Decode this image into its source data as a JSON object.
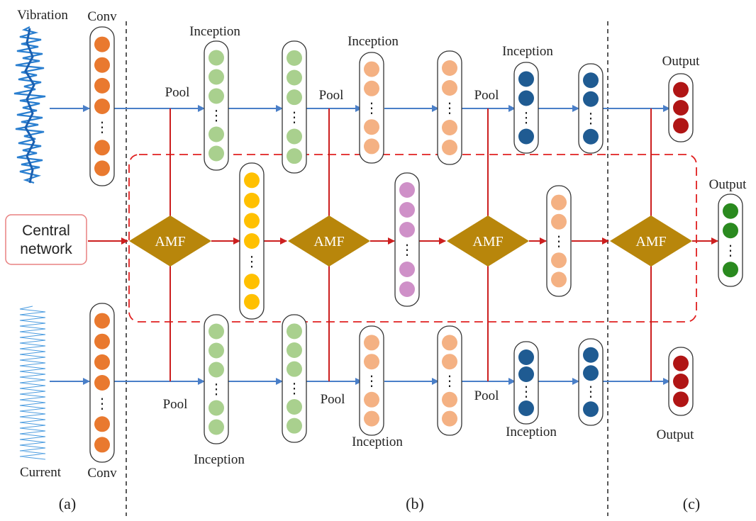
{
  "labels": {
    "vibration": "Vibration",
    "current": "Current",
    "conv": "Conv",
    "pool": "Pool",
    "inception": "Inception",
    "output": "Output",
    "amf": "AMF",
    "central_line1": "Central",
    "central_line2": "network",
    "dots": "⋮",
    "panel_a": "(a)",
    "panel_b": "(b)",
    "panel_c": "(c)"
  },
  "colors": {
    "orange": "#e9792f",
    "green": "#a9d08e",
    "peach": "#f4b183",
    "navy": "#1f5b92",
    "red": "#b01515",
    "yellow": "#ffc000",
    "purple": "#cf90c8",
    "dark_green": "#2a8a1f",
    "amf": "#b8860b",
    "blue_arrow": "#4a7fc8",
    "red_arrow": "#cc1f1f"
  }
}
